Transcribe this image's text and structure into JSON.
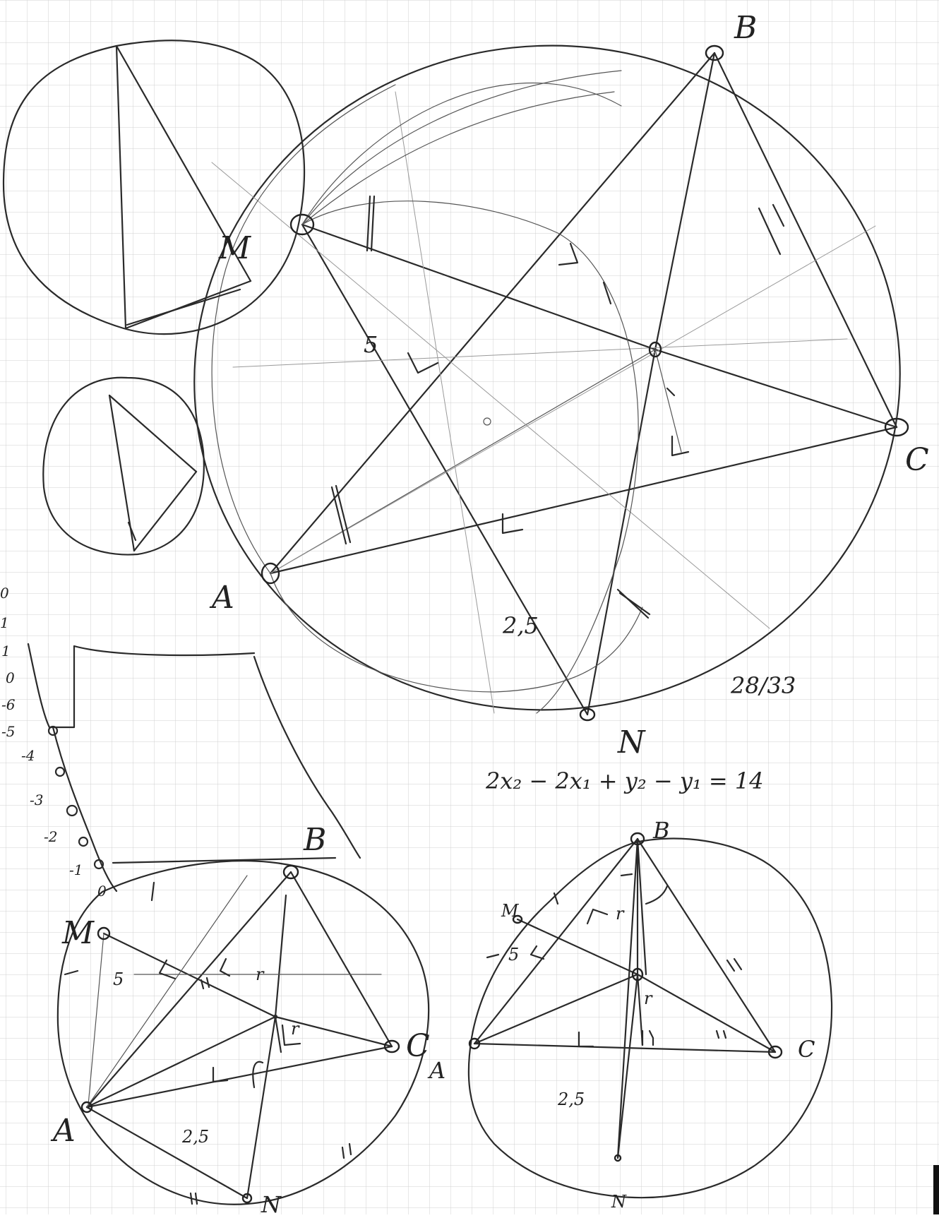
{
  "labels": {
    "top": {
      "B": "B",
      "M": "M",
      "C": "C",
      "A": "A",
      "N": "N",
      "five": "5",
      "two_five": "2,5",
      "score": "28/33"
    },
    "equation": "2x₂ − 2x₁ + y₂ − y₁ = 14",
    "axis_ticks": [
      "0",
      "1",
      "1",
      "0",
      "-6",
      "-5",
      "-4",
      "-3",
      "-2",
      "-1",
      "0"
    ],
    "bottom_left": {
      "B": "B",
      "M": "M",
      "C": "C",
      "A": "A",
      "N": "N",
      "five": "5",
      "two_five": "2,5",
      "r1": "r",
      "r2": "r"
    },
    "bottom_right": {
      "B": "B",
      "M": "M",
      "C": "C",
      "A": "A",
      "N": "N",
      "five": "5",
      "two_five": "2,5",
      "r1": "r",
      "r2": "r"
    }
  },
  "colors": {
    "paper": "#ffffff",
    "grid": "#d0d0d0",
    "ink": "#2a2a2a"
  }
}
